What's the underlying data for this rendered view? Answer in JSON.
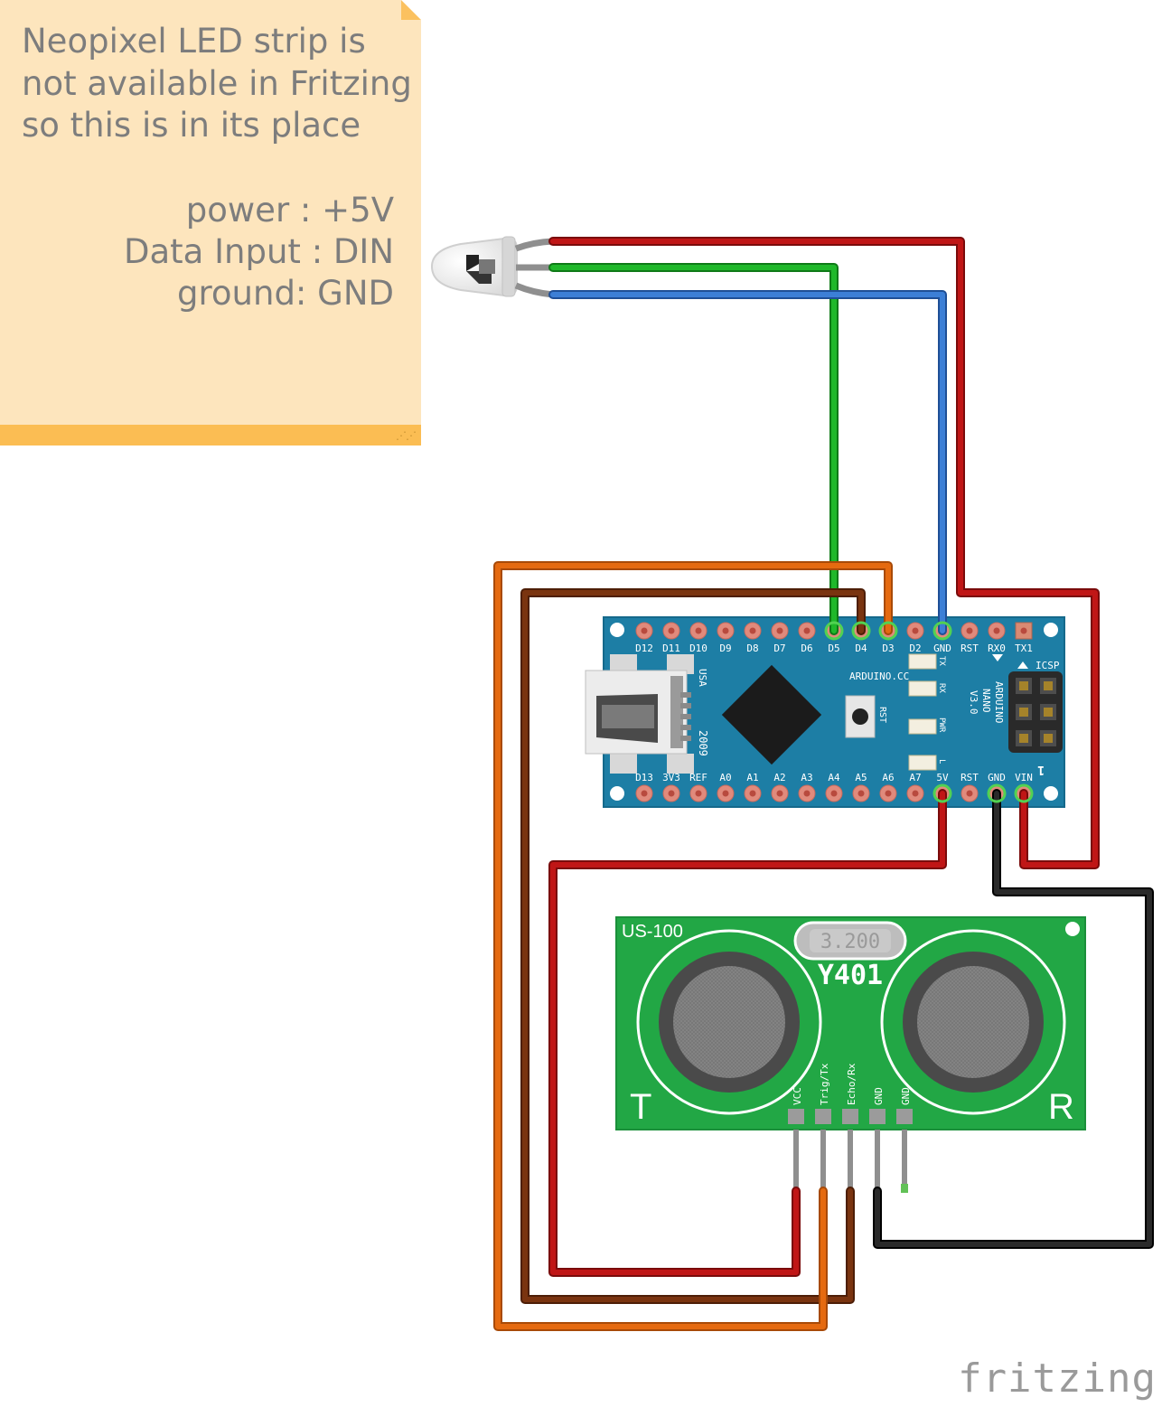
{
  "note": {
    "lines_left": [
      "Neopixel LED strip is",
      "not available in Fritzing",
      "so this is in its place"
    ],
    "lines_right": [
      "power : +5V",
      "Data Input : DIN",
      "ground: GND"
    ]
  },
  "arduino": {
    "top_pins": [
      "D12",
      "D11",
      "D10",
      "D9",
      "D8",
      "D7",
      "D6",
      "D5",
      "D4",
      "D3",
      "D2",
      "GND",
      "RST",
      "RX0",
      "TX1"
    ],
    "bottom_pins": [
      "D13",
      "3V3",
      "REF",
      "A0",
      "A1",
      "A2",
      "A3",
      "A4",
      "A5",
      "A6",
      "A7",
      "5V",
      "RST",
      "GND",
      "VIN"
    ],
    "brand": "ARDUINO.CC",
    "model_lines": [
      "ARDUINO",
      "NANO",
      "V3.0"
    ],
    "icsp": "ICSP",
    "usa": "USA",
    "year": "2009",
    "rst": "RST",
    "led_labels": [
      "TX",
      "RX",
      "PWR",
      "L"
    ],
    "icsp_pin_mark": "1"
  },
  "sensor": {
    "model": "US-100",
    "crystal": "3.200",
    "code": "Y401",
    "transmit_label": "T",
    "receive_label": "R",
    "pins": [
      "VCC",
      "Trig/Tx",
      "Echo/Rx",
      "GND",
      "GND"
    ]
  },
  "colors": {
    "wire_red": "#c01616",
    "wire_green": "#1fb82a",
    "wire_blue": "#3c7fd6",
    "wire_orange": "#e56a10",
    "wire_brown": "#7a3410",
    "wire_black": "#1a1a1a",
    "board_blue": "#1d7ea5",
    "sensor_green": "#22a745",
    "note_bg": "#fde5bd",
    "note_bar": "#fbbd53"
  },
  "logo": "fritzing"
}
